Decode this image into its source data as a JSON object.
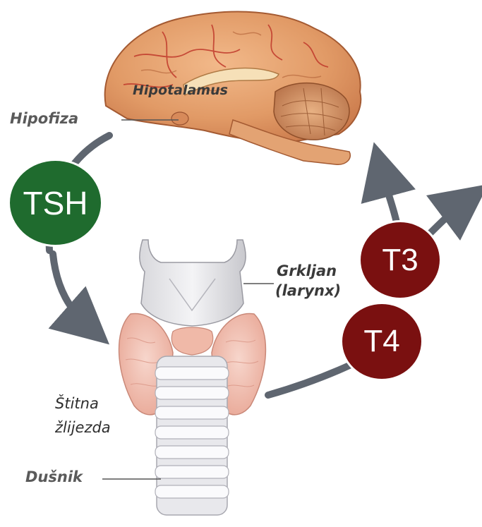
{
  "labels": {
    "hypothalamus": "Hipotalamus",
    "pituitary": "Hipofiza",
    "larynx_line1": "Grkljan",
    "larynx_line2": "(larynx)",
    "thyroid_line1": "Štitna",
    "thyroid_line2": "žlijezda",
    "trachea": "Dušnik"
  },
  "hormones": {
    "tsh": "TSH",
    "t3": "T3",
    "t4": "T4"
  },
  "colors": {
    "tsh_fill": "#1f6b2e",
    "t3_t4_fill": "#7a1010",
    "arrow": "#5f6670",
    "label_text": "#3a3a3a"
  }
}
